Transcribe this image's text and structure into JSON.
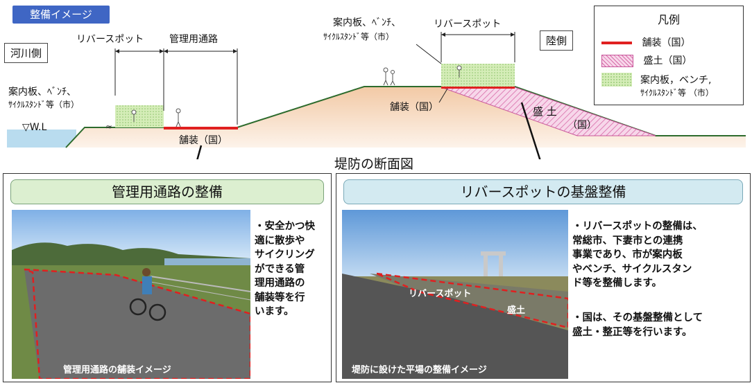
{
  "header": {
    "title": "整備イメージ"
  },
  "side_labels": {
    "river": "河川側",
    "land": "陸側"
  },
  "diagram": {
    "left_dim": {
      "river_spot": "リバースポット",
      "mgmt_road": "管理用通路"
    },
    "right_dim": {
      "river_spot": "リバースポット"
    },
    "left_facility": {
      "line1": "案内板、ﾍﾞﾝﾁ、",
      "line2": "ｻｲｸﾙｽﾀﾝﾄﾞ等（市）"
    },
    "right_facility": {
      "line1": "案内板、ﾍﾞﾝﾁ、",
      "line2": "ｻｲｸﾙｽﾀﾝﾄﾞ等（市）"
    },
    "water_level": "▽W.L",
    "paving_left": "舗装（国）",
    "paving_right": "舗装（国）",
    "fill_label1": "盛 土",
    "fill_label2": "（国）",
    "section_title": "堤防の断面図"
  },
  "legend": {
    "title": "凡例",
    "items": [
      {
        "label": "舗装（国）",
        "color": "#e02020"
      },
      {
        "label": "盛土（国）",
        "color": "#e9a8d0"
      },
      {
        "label1": "案内板，ベンチ,",
        "label2": "ｻｲｸﾙｽﾀﾝﾄﾞ等 （市）",
        "color": "#c9e6a6"
      }
    ]
  },
  "panel_left": {
    "title": "管理用通路の整備",
    "description": [
      "・安全かつ快",
      "適に散歩や",
      "サイクリング",
      "ができる管",
      "理用通路の",
      "舗装等を行",
      "います。"
    ],
    "photo_caption": "管理用通路の舗装イメージ"
  },
  "panel_right": {
    "title": "リバースポットの基盤整備",
    "description1": [
      "・リバースポットの整備は、",
      "常総市、下妻市との連携",
      "事業であり、市が案内板",
      "やベンチ、サイクルスタン",
      "ド等を整備します。"
    ],
    "description2": [
      "・国は、その基盤整備として",
      "盛土・整正等を行います。"
    ],
    "photo_label_spot": "リバースポット",
    "photo_label_fill": "盛土",
    "photo_caption": "堤防に設けた平場の整備イメージ"
  }
}
